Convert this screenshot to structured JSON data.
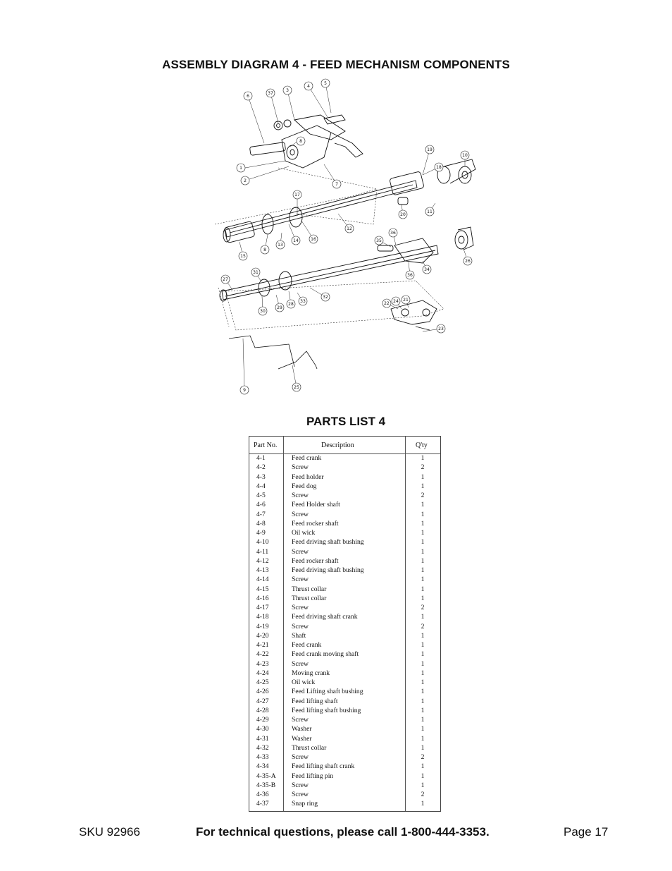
{
  "diagram_title": "ASSEMBLY DIAGRAM 4 - FEED MECHANISM COMPONENTS",
  "parts_title": "PARTS LIST 4",
  "table": {
    "headers": {
      "part_no": "Part No.",
      "description": "Description",
      "qty": "Q'ty"
    },
    "rows": [
      {
        "part": "4-1",
        "desc": "Feed crank",
        "qty": "1"
      },
      {
        "part": "4-2",
        "desc": "Screw",
        "qty": "2"
      },
      {
        "part": "4-3",
        "desc": "Feed holder",
        "qty": "1"
      },
      {
        "part": "4-4",
        "desc": "Feed dog",
        "qty": "1"
      },
      {
        "part": "4-5",
        "desc": "Screw",
        "qty": "2"
      },
      {
        "part": "4-6",
        "desc": "Feed Holder shaft",
        "qty": "1"
      },
      {
        "part": "4-7",
        "desc": "Screw",
        "qty": "1"
      },
      {
        "part": "4-8",
        "desc": "Feed rocker shaft",
        "qty": "1"
      },
      {
        "part": "4-9",
        "desc": "Oil wick",
        "qty": "1"
      },
      {
        "part": "4-10",
        "desc": "Feed driving shaft bushing",
        "qty": "1"
      },
      {
        "part": "4-11",
        "desc": "Screw",
        "qty": "1"
      },
      {
        "part": "4-12",
        "desc": "Feed rocker shaft",
        "qty": "1"
      },
      {
        "part": "4-13",
        "desc": "Feed driving shaft bushing",
        "qty": "1"
      },
      {
        "part": "4-14",
        "desc": "Screw",
        "qty": "1"
      },
      {
        "part": "4-15",
        "desc": "Thrust collar",
        "qty": "1"
      },
      {
        "part": "4-16",
        "desc": "Thrust collar",
        "qty": "1"
      },
      {
        "part": "4-17",
        "desc": "Screw",
        "qty": "2"
      },
      {
        "part": "4-18",
        "desc": "Feed driving shaft crank",
        "qty": "1"
      },
      {
        "part": "4-19",
        "desc": "Screw",
        "qty": "2"
      },
      {
        "part": "4-20",
        "desc": "Shaft",
        "qty": "1"
      },
      {
        "part": "4-21",
        "desc": "Feed crank",
        "qty": "1"
      },
      {
        "part": "4-22",
        "desc": "Feed crank moving shaft",
        "qty": "1"
      },
      {
        "part": "4-23",
        "desc": "Screw",
        "qty": "1"
      },
      {
        "part": "4-24",
        "desc": "Moving crank",
        "qty": "1"
      },
      {
        "part": "4-25",
        "desc": "Oil wick",
        "qty": "1"
      },
      {
        "part": "4-26",
        "desc": "Feed Lifting shaft bushing",
        "qty": "1"
      },
      {
        "part": "4-27",
        "desc": "Feed lifting shaft",
        "qty": "1"
      },
      {
        "part": "4-28",
        "desc": "Feed lifting shaft bushing",
        "qty": "1"
      },
      {
        "part": "4-29",
        "desc": "Screw",
        "qty": "1"
      },
      {
        "part": "4-30",
        "desc": "Washer",
        "qty": "1"
      },
      {
        "part": "4-31",
        "desc": "Washer",
        "qty": "1"
      },
      {
        "part": "4-32",
        "desc": "Thrust collar",
        "qty": "1"
      },
      {
        "part": "4-33",
        "desc": "Screw",
        "qty": "2"
      },
      {
        "part": "4-34",
        "desc": "Feed lifting shaft crank",
        "qty": "1"
      },
      {
        "part": "4-35-A",
        "desc": "Feed lifting pin",
        "qty": "1"
      },
      {
        "part": "4-35-B",
        "desc": "Screw",
        "qty": "1"
      },
      {
        "part": "4-36",
        "desc": "Screw",
        "qty": "2"
      },
      {
        "part": "4-37",
        "desc": "Snap ring",
        "qty": "1"
      }
    ]
  },
  "callouts": [
    "1",
    "2",
    "3",
    "4",
    "5",
    "6",
    "7",
    "8",
    "9",
    "10",
    "11",
    "12",
    "13",
    "14",
    "15",
    "16",
    "17",
    "18",
    "19",
    "20",
    "21",
    "22",
    "23",
    "24",
    "25",
    "26",
    "27",
    "28",
    "29",
    "30",
    "31",
    "32",
    "33",
    "34",
    "35",
    "36",
    "37"
  ],
  "footer": {
    "sku": "SKU 92966",
    "help": "For technical questions, please call 1-800-444-3353.",
    "page": "Page 17"
  }
}
